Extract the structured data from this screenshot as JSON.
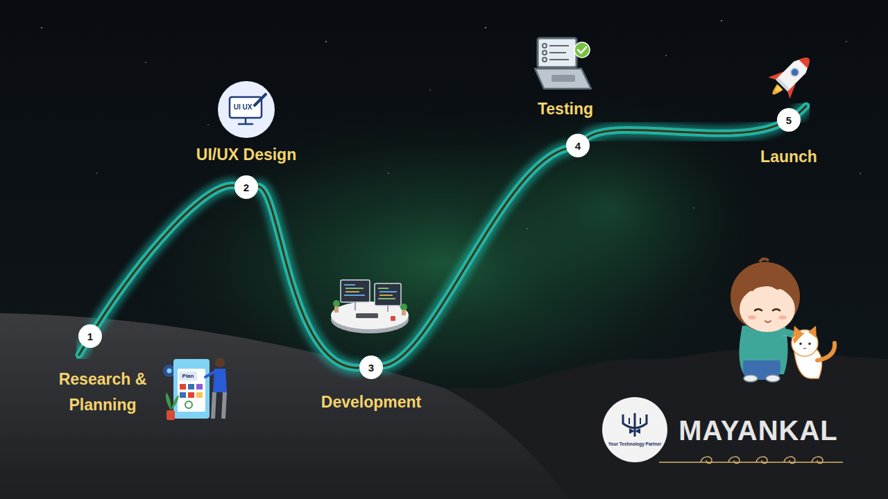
{
  "diagram": {
    "nodes": [
      {
        "text": [
          "1",
          "Research & Planning"
        ]
      },
      {
        "text": [
          "2",
          "UI/UX Design"
        ]
      },
      {
        "text": [
          "3",
          "Development"
        ]
      },
      {
        "text": [
          "4",
          "Testing"
        ]
      },
      {
        "text": [
          "5",
          "Launch"
        ]
      }
    ],
    "edges": [
      {
        "from": 0,
        "to": 1,
        "arrow": "none"
      },
      {
        "from": 1,
        "to": 2,
        "arrow": "none"
      },
      {
        "from": 2,
        "to": 3,
        "arrow": "none"
      },
      {
        "from": 3,
        "to": 4,
        "arrow": "none"
      }
    ],
    "labels": [
      "UI UX",
      "Plan",
      "Your Technology Partner",
      "MAYANKAL"
    ]
  }
}
